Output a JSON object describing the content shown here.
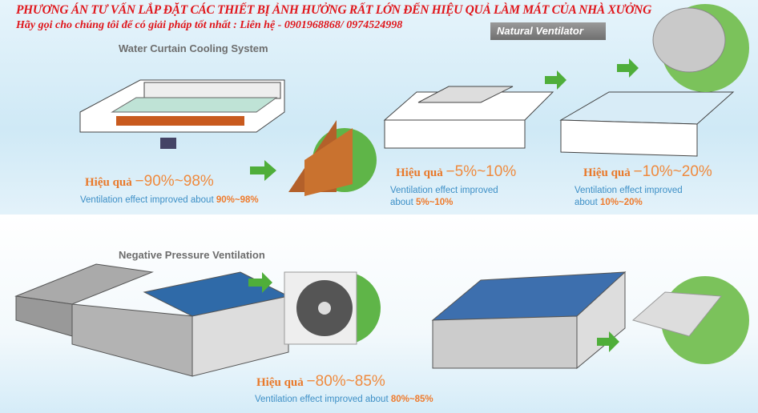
{
  "header": {
    "title": "PHƯƠNG ÁN TƯ VẤN LẮP ĐẶT CÁC THIẾT BỊ ẢNH HƯỞNG RẤT LỚN ĐẾN HIỆU QUẢ LÀM MÁT CỦA NHÀ XƯỞNG",
    "subtitle": "Hãy gọi cho chúng tôi để có giải pháp tốt nhất : Liên hệ - 0901968868/ 0974524998"
  },
  "sections": {
    "water_curtain": "Water Curtain Cooling System",
    "natural_ventilator": "Natural Ventilator",
    "negative_pressure": "Negative Pressure Ventilation"
  },
  "effects": [
    {
      "label": "Hiệu quả",
      "range": "−90%~98%",
      "text": "Ventilation effect improved about ",
      "value": "90%~98%"
    },
    {
      "label": "Hiệu quả",
      "range": "−5%~10%",
      "text": "Ventilation effect improved",
      "text2": "about ",
      "value": "5%~10%"
    },
    {
      "label": "Hiệu quả",
      "range": "−10%~20%",
      "text": "Ventilation effect improved",
      "text2": "about ",
      "value": "10%~20%"
    },
    {
      "label": "Hiệu quả",
      "range": "−80%~85%",
      "text": "Ventilation effect improved about ",
      "value": "80%~85%"
    }
  ]
}
